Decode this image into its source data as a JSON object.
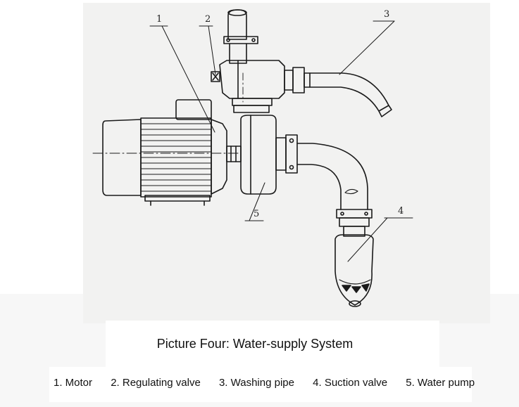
{
  "diagram": {
    "title": "Picture Four: Water-supply System",
    "callouts": [
      {
        "id": "1",
        "text": "1"
      },
      {
        "id": "2",
        "text": "2"
      },
      {
        "id": "3",
        "text": "3"
      },
      {
        "id": "4",
        "text": "4"
      },
      {
        "id": "5",
        "text": "5"
      }
    ],
    "legend": [
      {
        "text": "1. Motor"
      },
      {
        "text": "2. Regulating valve"
      },
      {
        "text": "3. Washing pipe"
      },
      {
        "text": "4. Suction valve"
      },
      {
        "text": "5. Water pump"
      }
    ]
  },
  "colors": {
    "line": "#1a1a1a",
    "paper": "#f2f2f1",
    "background": "#ffffff"
  }
}
